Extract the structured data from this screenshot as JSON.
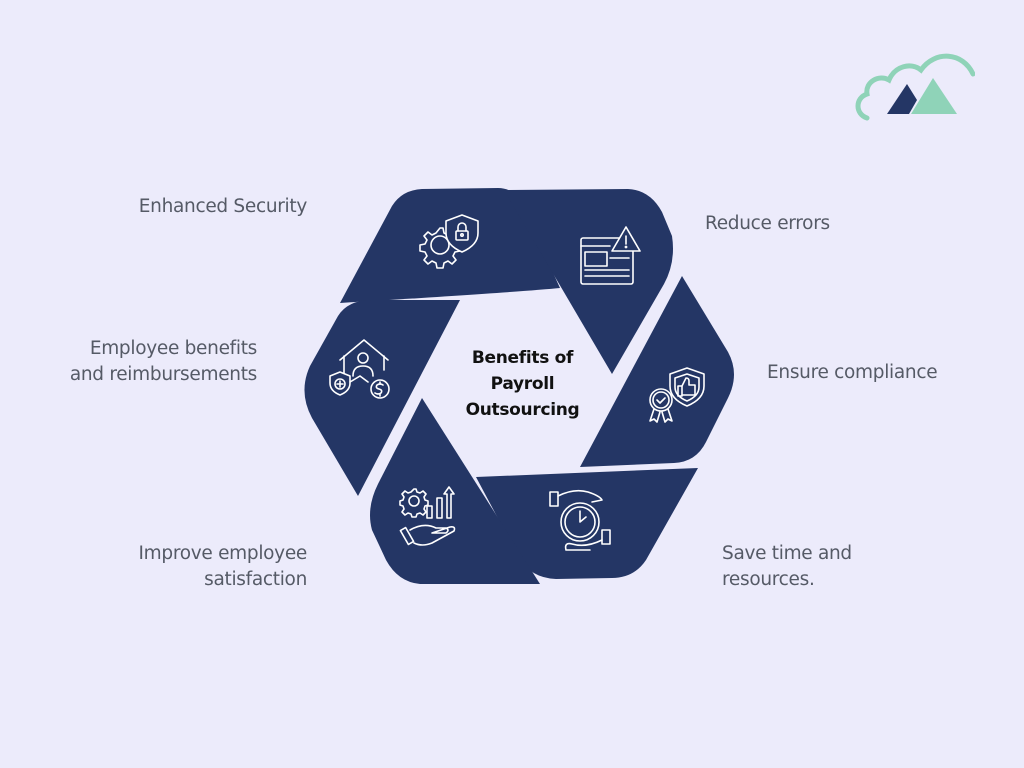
{
  "colors": {
    "background": "#ecebfb",
    "segment": "#243665",
    "icon_stroke": "#ffffff",
    "label_text": "#555a66",
    "title_text": "#111111",
    "logo_navy": "#243665",
    "logo_mint": "#8fd3b8"
  },
  "logo": {
    "icon": "cloud-mountains-logo"
  },
  "center": {
    "title_line1": "Benefits of",
    "title_line2": "Payroll",
    "title_line3": "Outsourcing"
  },
  "segments": [
    {
      "id": "enhanced-security",
      "icon": "gear-shield-lock-icon",
      "label_lines": [
        "Enhanced Security"
      ]
    },
    {
      "id": "reduce-errors",
      "icon": "browser-warning-icon",
      "label_lines": [
        "Reduce errors"
      ]
    },
    {
      "id": "ensure-compliance",
      "icon": "badge-shield-thumbs-up-icon",
      "label_lines": [
        "Ensure compliance"
      ]
    },
    {
      "id": "save-time",
      "icon": "hands-clock-icon",
      "label_lines": [
        "Save time and",
        "resources."
      ]
    },
    {
      "id": "improve-satisfaction",
      "icon": "hand-gear-growth-icon",
      "label_lines": [
        "Improve employee",
        "satisfaction"
      ]
    },
    {
      "id": "employee-benefits",
      "icon": "house-person-health-dollar-icon",
      "label_lines": [
        "Employee benefits",
        "and reimbursements"
      ]
    }
  ]
}
